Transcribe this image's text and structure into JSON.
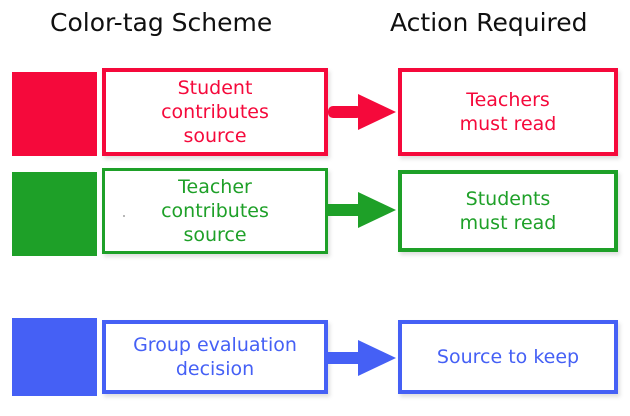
{
  "headings": {
    "left": "Color-tag Scheme",
    "right": "Action Required"
  },
  "colors": {
    "red": "#F5093B",
    "green": "#1EA028",
    "blue": "#4560F5",
    "heading_text": "#101010",
    "box_fill": "#FFFFFF",
    "page_background": "#FFFFFF"
  },
  "rows": [
    {
      "id": "red",
      "swatch_color": "#F5093B",
      "swatch_name": "red-color-swatch",
      "scheme_label": "Student\ncontributes\nsource",
      "arrow_name": "red-arrow",
      "action_label": "Teachers\nmust read"
    },
    {
      "id": "green",
      "swatch_color": "#1EA028",
      "swatch_name": "green-color-swatch",
      "scheme_label": "Teacher\ncontributes\nsource",
      "arrow_name": "green-arrow",
      "action_label": "Students\nmust read"
    },
    {
      "id": "blue",
      "swatch_color": "#4560F5",
      "swatch_name": "blue-color-swatch",
      "scheme_label": "Group evaluation\ndecision",
      "arrow_name": "blue-arrow",
      "action_label": "Source to keep"
    }
  ]
}
